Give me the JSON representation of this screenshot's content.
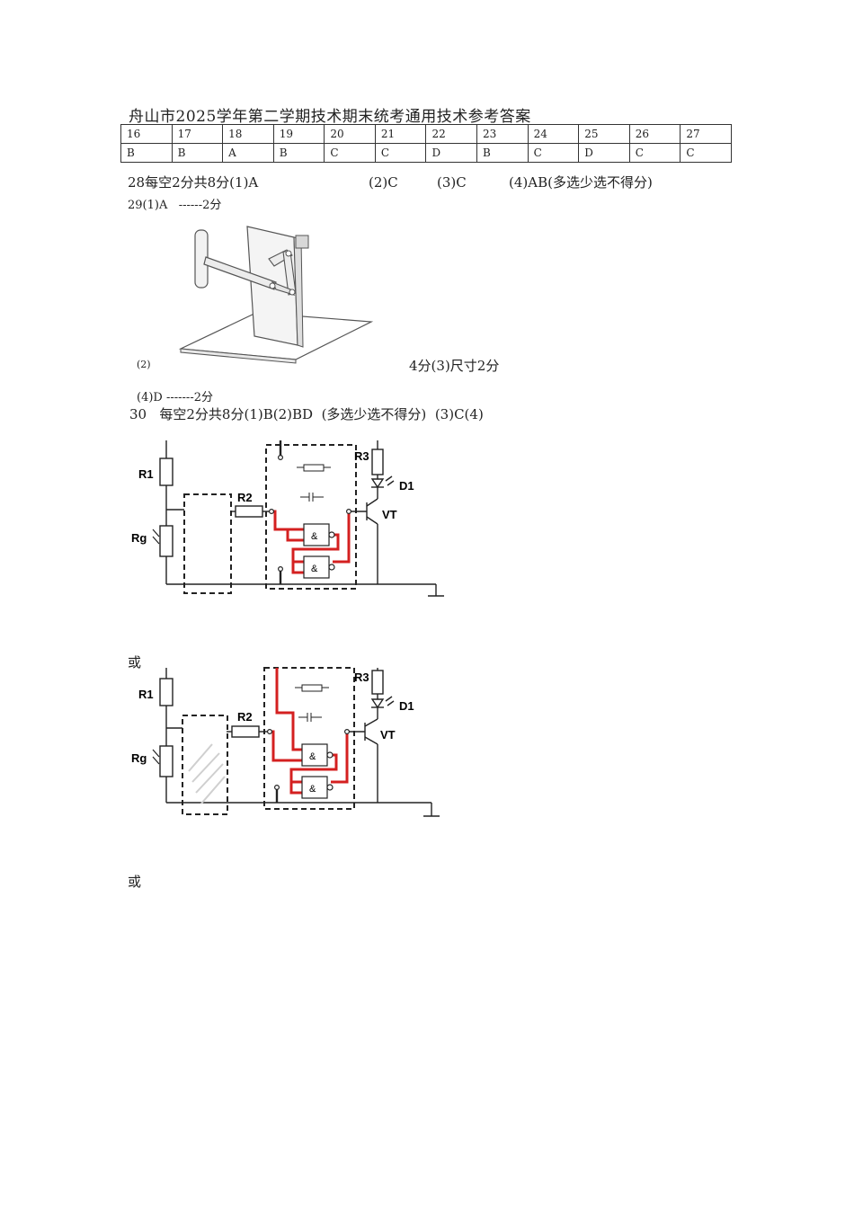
{
  "title": "舟山市2025学年第二学期技术期末统考通用技术参考答案",
  "answer_table": {
    "numbers": [
      "16",
      "17",
      "18",
      "19",
      "20",
      "21",
      "22",
      "23",
      "24",
      "25",
      "26",
      "27"
    ],
    "answers": [
      "B",
      "B",
      "A",
      "B",
      "C",
      "C",
      "D",
      "B",
      "C",
      "D",
      "C",
      "C"
    ]
  },
  "q28": {
    "intro": "28每空2分共8分(1)A",
    "p2": "(2)C",
    "p3": "(3)C",
    "p4": "(4)AB(多选少选不得分)"
  },
  "q29": {
    "p1": "29(1)A   ------2分",
    "p2_label": "(2)",
    "p2_score": "4分(3)尺寸2分",
    "p4": "(4)D -------2分"
  },
  "q30": {
    "intro": "30   每空2分共8分(1)B(2)BD  (多选少选不得分)  (3)C(4)"
  },
  "circuit_labels": {
    "r1": "R1",
    "r2": "R2",
    "r3": "R3",
    "rg": "Rg",
    "d1": "D1",
    "vt": "VT",
    "and_gate": "&"
  },
  "or_label_1": "或",
  "or_label_2": "或",
  "colors": {
    "wire_highlight": "#d42020",
    "ink": "#222222"
  }
}
